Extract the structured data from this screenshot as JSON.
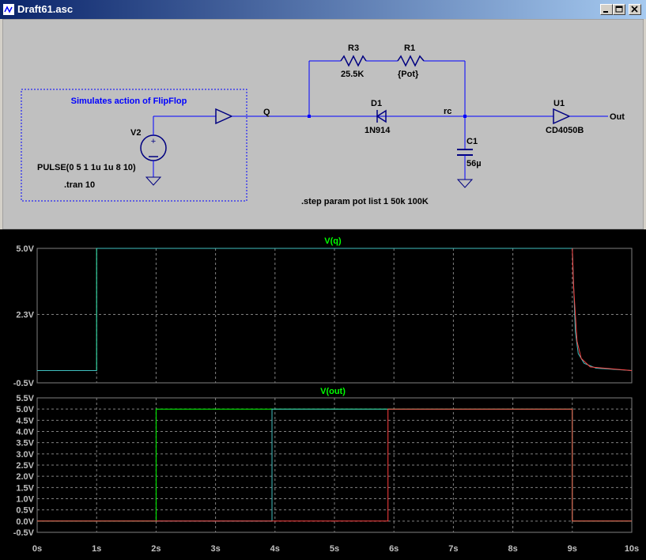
{
  "window": {
    "title": "Draft61.asc"
  },
  "schematic": {
    "comment_box": "Simulates action of FlipFlop",
    "v2": {
      "name": "V2",
      "value": "PULSE(0 5 1 1u 1u 8 10)"
    },
    "tran": ".tran 10",
    "net_q": "Q",
    "net_rc": "rc",
    "net_out": "Out",
    "r3": {
      "name": "R3",
      "value": "25.5K"
    },
    "r1": {
      "name": "R1",
      "value": "{Pot}"
    },
    "d1": {
      "name": "D1",
      "value": "1N914"
    },
    "c1": {
      "name": "C1",
      "value": "56µ"
    },
    "u1": {
      "name": "U1",
      "value": "CD4050B"
    },
    "step": ".step param pot  list 1  50k 100K"
  },
  "pane_q": {
    "title": "V(q)",
    "y_ticks": [
      "5.0V",
      "2.3V",
      "-0.5V"
    ]
  },
  "pane_out": {
    "title": "V(out)",
    "y_ticks": [
      "5.5V",
      "5.0V",
      "4.5V",
      "4.0V",
      "3.5V",
      "3.0V",
      "2.5V",
      "2.0V",
      "1.5V",
      "1.0V",
      "0.5V",
      "0.0V",
      "-0.5V"
    ]
  },
  "x_ticks": [
    "0s",
    "1s",
    "2s",
    "3s",
    "4s",
    "5s",
    "6s",
    "7s",
    "8s",
    "9s",
    "10s"
  ],
  "colors": {
    "trace_green": "#00ff00",
    "trace_cyan": "#40c0c0",
    "trace_red": "#ff4040",
    "wire_blue": "#0000ff",
    "grid": "#808080",
    "plot_bg": "#000000"
  },
  "chart_data": [
    {
      "type": "line",
      "title": "V(q)",
      "xlim": [
        0,
        10
      ],
      "ylim": [
        -0.5,
        5.0
      ],
      "series": [
        {
          "x": [
            0,
            1,
            1,
            2.5
          ],
          "values": [
            0,
            0,
            5,
            5
          ]
        },
        {
          "x": [
            0,
            1,
            1,
            9,
            9.05,
            9.1,
            9.2,
            9.4,
            10
          ],
          "values": [
            0,
            0,
            5,
            5,
            1.6,
            0.7,
            0.3,
            0.1,
            0
          ]
        },
        {
          "x": [
            9,
            9.02,
            9.08,
            9.15,
            9.3,
            10
          ],
          "values": [
            5,
            3.5,
            1.2,
            0.5,
            0.15,
            0
          ]
        }
      ]
    },
    {
      "type": "line",
      "title": "V(out)",
      "xlim": [
        0,
        10
      ],
      "ylim": [
        -0.5,
        5.5
      ],
      "series": [
        {
          "x": [
            0,
            2,
            2,
            9,
            9,
            10
          ],
          "values": [
            0,
            0,
            5,
            5,
            0,
            0
          ]
        },
        {
          "x": [
            0,
            3.95,
            3.95,
            9,
            9,
            10
          ],
          "values": [
            0,
            0,
            5,
            5,
            0,
            0
          ]
        },
        {
          "x": [
            0,
            5.9,
            5.9,
            9,
            9,
            10
          ],
          "values": [
            0,
            0,
            5,
            5,
            0,
            0
          ]
        }
      ]
    }
  ]
}
